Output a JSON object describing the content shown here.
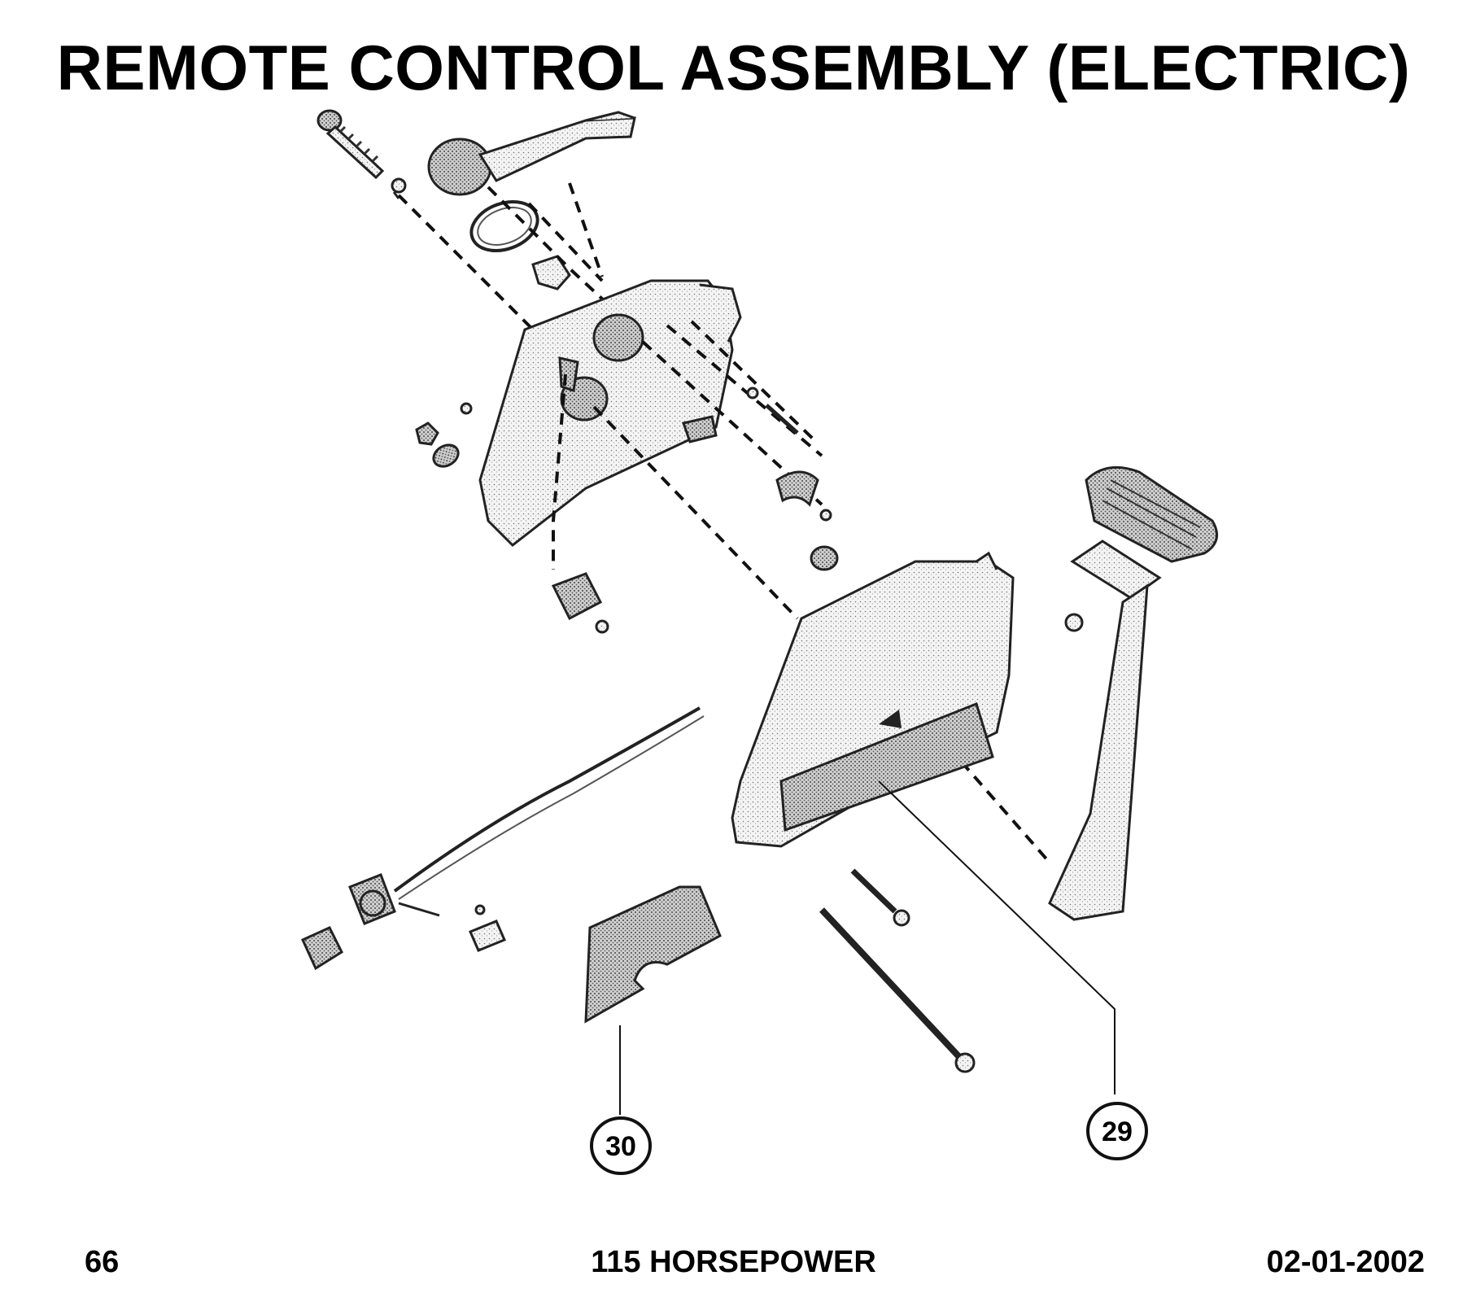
{
  "title": "REMOTE CONTROL ASSEMBLY (ELECTRIC)",
  "footer": {
    "page_number": "66",
    "model": "115 HORSEPOWER",
    "date": "02-01-2002"
  },
  "callouts": [
    {
      "id": "callout-30",
      "label": "30"
    },
    {
      "id": "callout-29",
      "label": "29"
    }
  ]
}
